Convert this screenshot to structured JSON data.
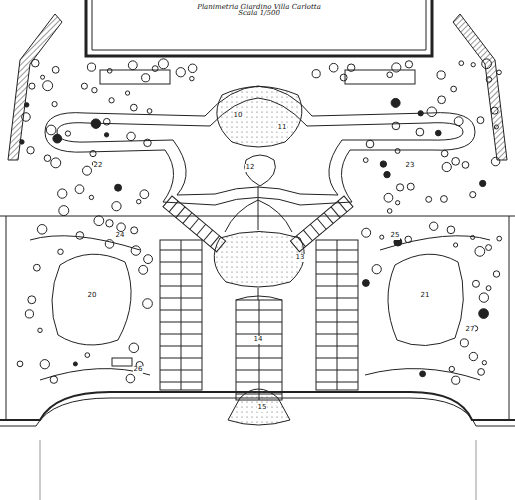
{
  "diagram": {
    "title": "Planimetria Giardino Villa Carlotta",
    "labels": [
      "Scala 1/500",
      "10",
      "11",
      "12",
      "13",
      "14",
      "15",
      "20",
      "21",
      "22",
      "23",
      "24",
      "25",
      "26",
      "27"
    ]
  }
}
